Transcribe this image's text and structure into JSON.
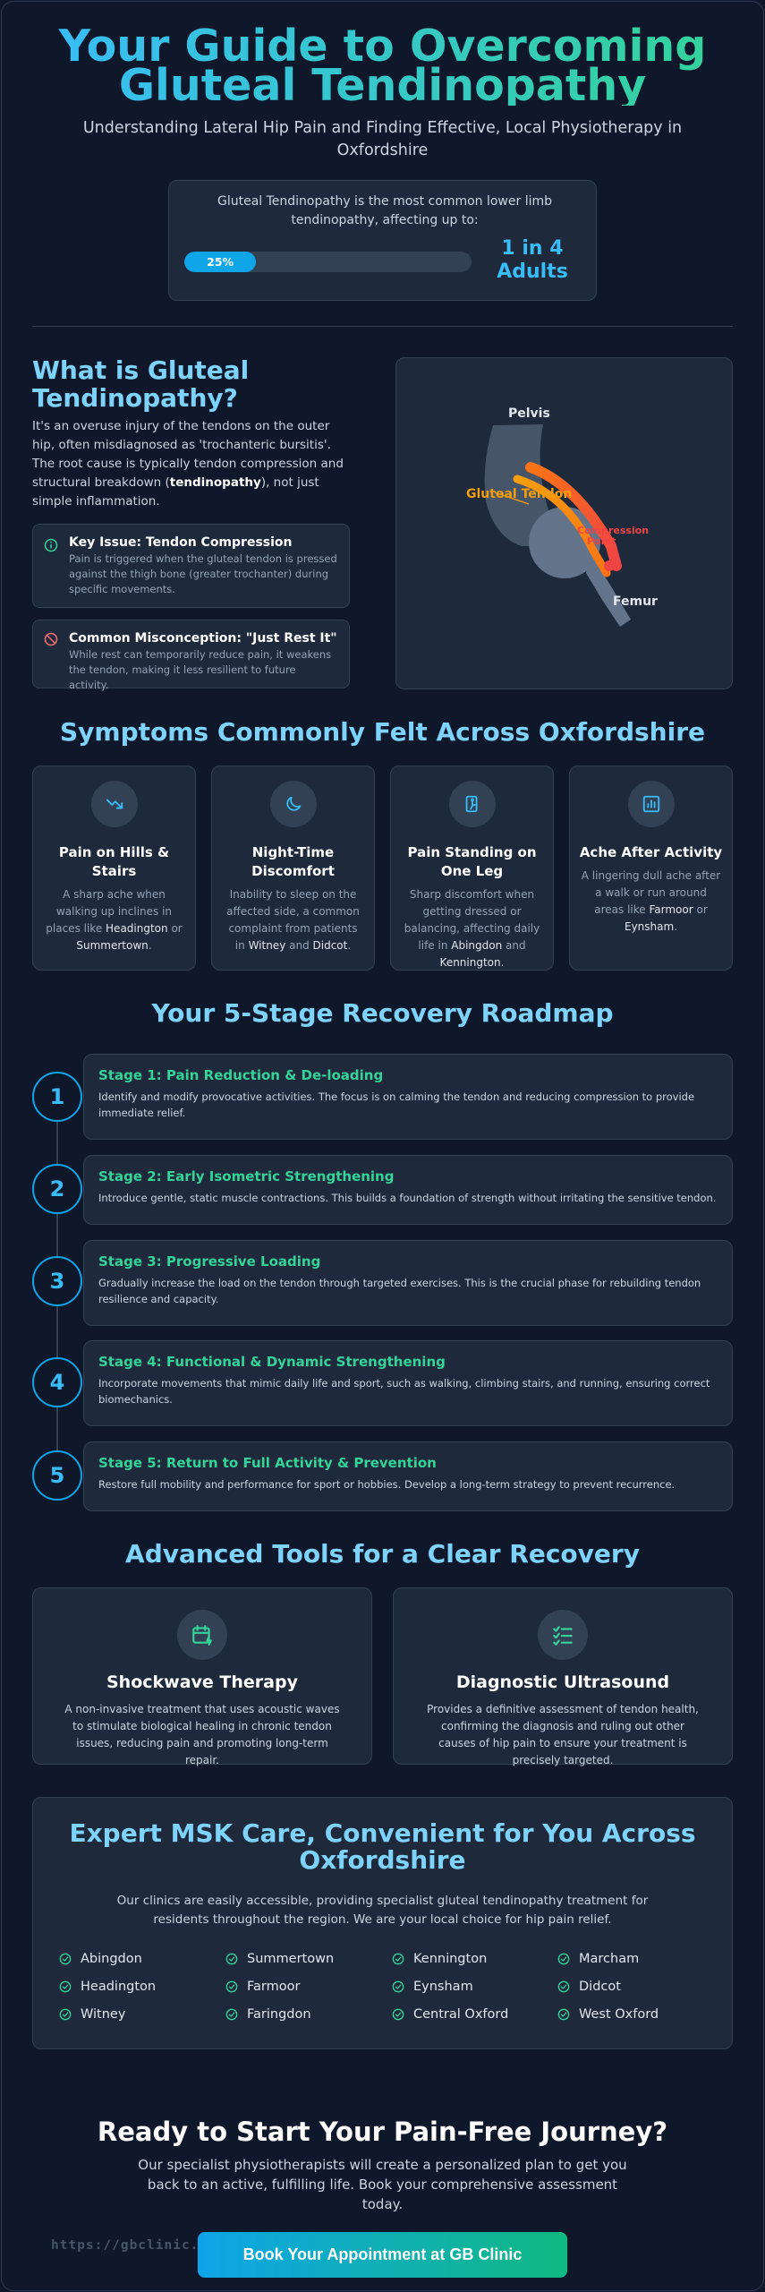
{
  "hero": {
    "title_line1": "Your Guide to Overcoming",
    "title_line2": "Gluteal Tendinopathy",
    "subtitle": "Understanding Lateral Hip Pain and Finding Effective, Local Physiotherapy in Oxfordshire"
  },
  "stat": {
    "text": "Gluteal Tendinopathy is the most common lower limb tendinopathy, affecting up to:",
    "progress_label": "25%",
    "progress_value": 0.25,
    "big_line1": "1 in 4",
    "big_line2": "Adults"
  },
  "what": {
    "title": "What is Gluteal Tendinopathy?",
    "body_part1": "It's an overuse injury of the tendons on the outer hip, often misdiagnosed as 'trochanteric bursitis'. The root cause is typically tendon compression and structural breakdown (",
    "body_bold": "tendinopathy",
    "body_part2": "), not just simple inflammation.",
    "cards": [
      {
        "title": "Key Issue: Tendon Compression",
        "text": "Pain is triggered when the gluteal tendon is pressed against the thigh bone (greater trochanter) during specific movements.",
        "icon": "info-icon"
      },
      {
        "title": "Common Misconception: \"Just Rest It\"",
        "text": "While rest can temporarily reduce pain, it weakens the tendon, making it less resilient to future activity.",
        "icon": "ban-icon"
      }
    ],
    "diagram": {
      "pelvis": "Pelvis",
      "tendon": "Gluteal Tendon",
      "compression_line1": "Compression",
      "compression_line2": "Point",
      "femur": "Femur"
    }
  },
  "symptoms": {
    "title": "Symptoms Commonly Felt Across Oxfordshire",
    "items": [
      {
        "title": "Pain on Hills & Stairs",
        "t1": "A sharp ache when walking up inclines in places like ",
        "p1": "Headington",
        "t2": " or ",
        "p2": "Summertown",
        "t3": ".",
        "icon": "trend-down-icon"
      },
      {
        "title": "Night-Time Discomfort",
        "t1": "Inability to sleep on the affected side, a common complaint from patients in ",
        "p1": "Witney",
        "t2": " and ",
        "p2": "Didcot",
        "t3": ".",
        "icon": "moon-icon"
      },
      {
        "title": "Pain Standing on One Leg",
        "t1": "Sharp discomfort when getting dressed or balancing, affecting daily life in ",
        "p1": "Abingdon",
        "t2": " and ",
        "p2": "Kennington",
        "t3": ".",
        "icon": "standing-icon"
      },
      {
        "title": "Ache After Activity",
        "t1": "A lingering dull ache after a walk or run around areas like ",
        "p1": "Farmoor",
        "t2": " or ",
        "p2": "Eynsham",
        "t3": ".",
        "icon": "chart-icon"
      }
    ]
  },
  "roadmap": {
    "title": "Your 5-Stage Recovery Roadmap",
    "stages": [
      {
        "num": "1",
        "title": "Stage 1: Pain Reduction & De-loading",
        "text": "Identify and modify provocative activities. The focus is on calming the tendon and reducing compression to provide immediate relief."
      },
      {
        "num": "2",
        "title": "Stage 2: Early Isometric Strengthening",
        "text": "Introduce gentle, static muscle contractions. This builds a foundation of strength without irritating the sensitive tendon."
      },
      {
        "num": "3",
        "title": "Stage 3: Progressive Loading",
        "text": "Gradually increase the load on the tendon through targeted exercises. This is the crucial phase for rebuilding tendon resilience and capacity."
      },
      {
        "num": "4",
        "title": "Stage 4: Functional & Dynamic Strengthening",
        "text": "Incorporate movements that mimic daily life and sport, such as walking, climbing stairs, and running, ensuring correct biomechanics."
      },
      {
        "num": "5",
        "title": "Stage 5: Return to Full Activity & Prevention",
        "text": "Restore full mobility and performance for sport or hobbies. Develop a long-term strategy to prevent recurrence."
      }
    ]
  },
  "tools": {
    "title": "Advanced Tools for a Clear Recovery",
    "items": [
      {
        "title": "Shockwave Therapy",
        "text": "A non-invasive treatment that uses acoustic waves to stimulate biological healing in chronic tendon issues, reducing pain and promoting long-term repair.",
        "icon": "calendar-bolt-icon"
      },
      {
        "title": "Diagnostic Ultrasound",
        "text": "Provides a definitive assessment of tendon health, confirming the diagnosis and ruling out other causes of hip pain to ensure your treatment is precisely targeted.",
        "icon": "checklist-icon"
      }
    ]
  },
  "msk": {
    "title": "Expert MSK Care, Convenient for You Across Oxfordshire",
    "text": "Our clinics are easily accessible, providing specialist gluteal tendinopathy treatment for residents throughout the region. We are your local choice for hip pain relief.",
    "locations": [
      "Abingdon",
      "Summertown",
      "Kennington",
      "Marcham",
      "Headington",
      "Farmoor",
      "Eynsham",
      "Didcot",
      "Witney",
      "Faringdon",
      "Central Oxford",
      "West Oxford"
    ]
  },
  "cta": {
    "title": "Ready to Start Your Pain-Free Journey?",
    "text": "Our specialist physiotherapists will create a personalized plan to get you back to an active, fulfilling life. Book your comprehensive assessment today.",
    "button": "Book Your Appointment at GB Clinic",
    "url": "https://gbclinic.co.uk"
  },
  "colors": {
    "accent": "#38bdf8",
    "green": "#34d399",
    "background": "#0f172a",
    "card": "#1e293b"
  }
}
